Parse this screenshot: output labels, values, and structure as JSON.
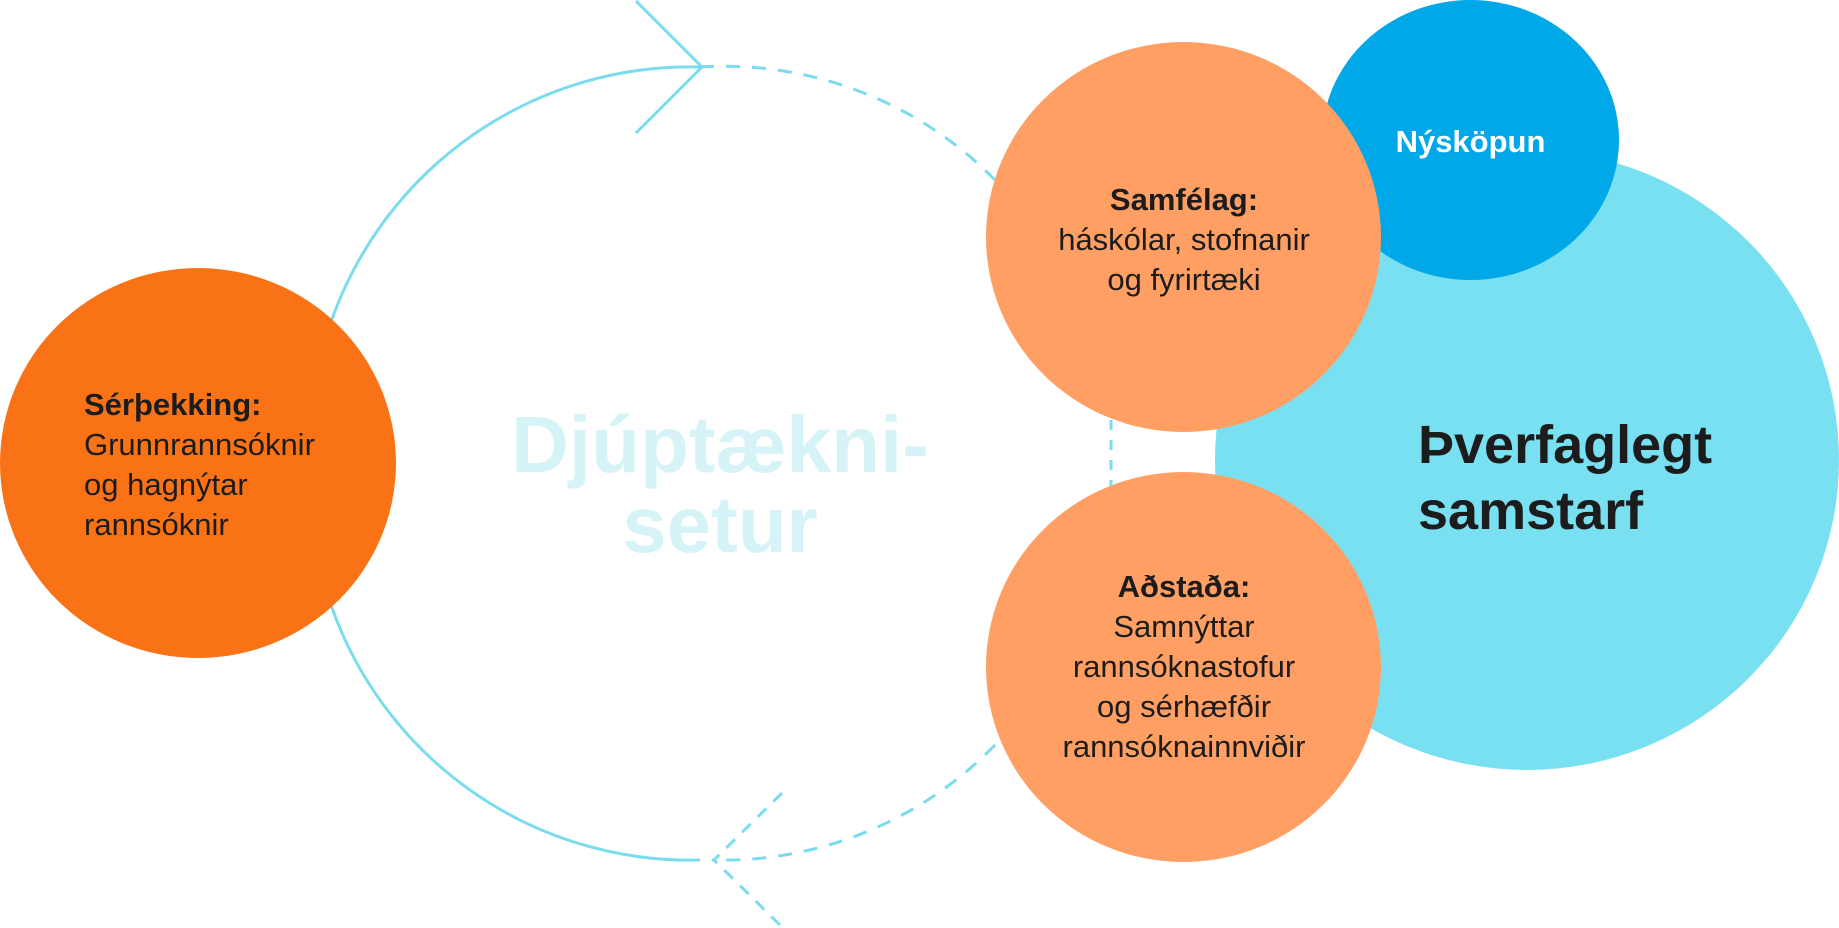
{
  "center_title": {
    "line1": "Djúptækni-",
    "line2": "setur"
  },
  "serthekking": {
    "heading": "Sérþekking:",
    "lines": [
      "Grunnrannsóknir",
      "og hagnýtar",
      "rannsóknir"
    ]
  },
  "samfelag": {
    "heading": "Samfélag:",
    "lines": [
      "háskólar, stofnanir",
      "og fyrirtæki"
    ]
  },
  "adstada": {
    "heading": "Aðstaða:",
    "lines": [
      "Samnýttar",
      "rannsóknastofur",
      "og sérhæfðir",
      "rannsóknainnviðir"
    ]
  },
  "nyskopun": {
    "label": "Nýsköpun"
  },
  "thverfaglegt": {
    "lines": [
      "Þverfaglegt",
      "samstarf"
    ]
  },
  "colors": {
    "dark_orange": "#f97316",
    "light_orange": "#ff9f63",
    "light_blue": "#79e0f2",
    "bright_blue": "#00a8e8",
    "cycle_line": "#7bdcee",
    "title_tint": "#d6f3f8"
  }
}
